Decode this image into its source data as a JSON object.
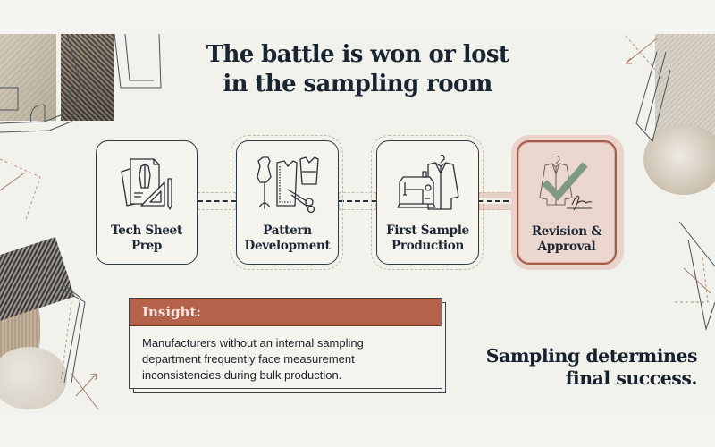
{
  "title": {
    "line1": "The battle is won or lost",
    "line2": "in the sampling room"
  },
  "steps": [
    {
      "label_line1": "Tech Sheet",
      "label_line2": "Prep",
      "icon": "tech-sheet-icon",
      "highlighted": false
    },
    {
      "label_line1": "Pattern",
      "label_line2": "Development",
      "icon": "pattern-dress-form-icon",
      "highlighted": false
    },
    {
      "label_line1": "First Sample",
      "label_line2": "Production",
      "icon": "sewing-machine-icon",
      "highlighted": false
    },
    {
      "label_line1": "Revision &",
      "label_line2": "Approval",
      "icon": "approval-check-icon",
      "highlighted": true
    }
  ],
  "insight": {
    "heading": "Insight:",
    "lines": [
      "Manufacturers without an internal sampling",
      "department frequently face measurement",
      "inconsistencies during bulk production."
    ]
  },
  "tagline": {
    "line1": "Sampling determines",
    "line2": "final success."
  },
  "colors": {
    "background": "#f2f2ec",
    "text_dark": "#1a2532",
    "accent_terracotta": "#b5624b",
    "accent_card_fill": "#ecd7cf",
    "check_green": "#7f9a80"
  }
}
